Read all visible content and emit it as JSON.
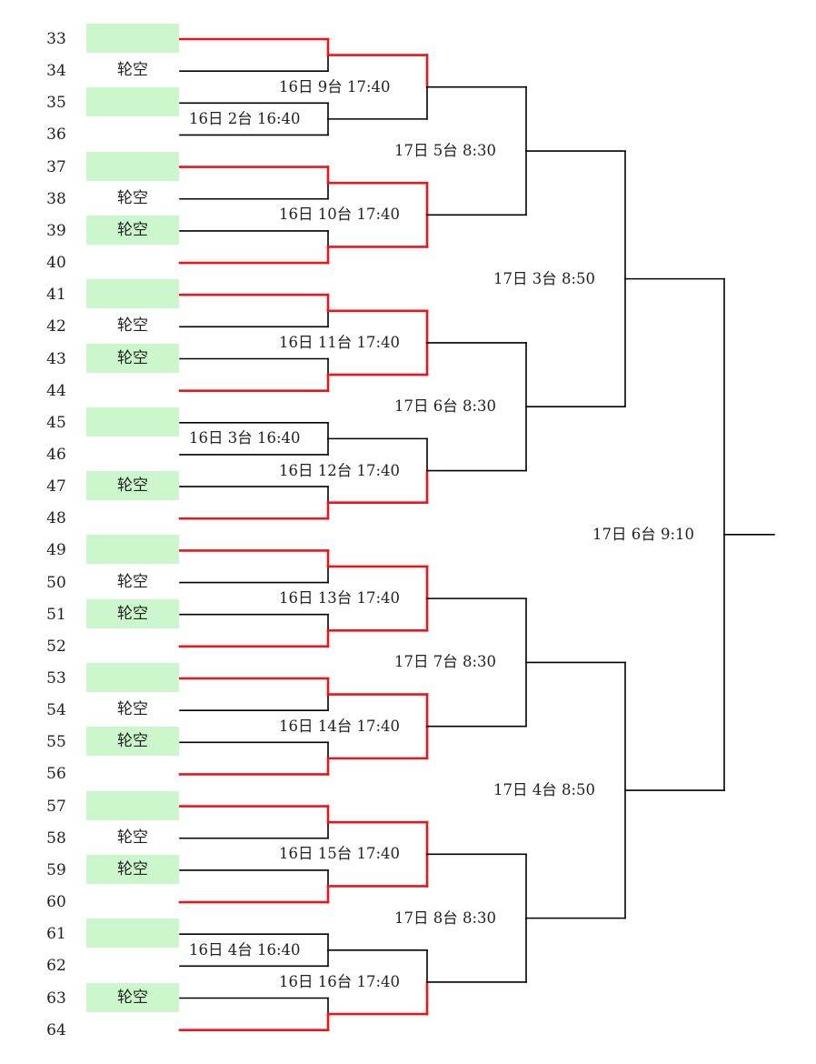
{
  "colors": {
    "winner_line": "#e8171b",
    "line": "#000000",
    "slot_fill": "#ccf6cc"
  },
  "slots": [
    {
      "number": "33",
      "text": "",
      "green": true
    },
    {
      "number": "34",
      "text": "轮空",
      "green": false
    },
    {
      "number": "35",
      "text": "",
      "green": true
    },
    {
      "number": "36",
      "text": "",
      "green": false
    },
    {
      "number": "37",
      "text": "",
      "green": true
    },
    {
      "number": "38",
      "text": "轮空",
      "green": false
    },
    {
      "number": "39",
      "text": "轮空",
      "green": true
    },
    {
      "number": "40",
      "text": "",
      "green": false
    },
    {
      "number": "41",
      "text": "",
      "green": true
    },
    {
      "number": "42",
      "text": "轮空",
      "green": false
    },
    {
      "number": "43",
      "text": "轮空",
      "green": true
    },
    {
      "number": "44",
      "text": "",
      "green": false
    },
    {
      "number": "45",
      "text": "",
      "green": true
    },
    {
      "number": "46",
      "text": "",
      "green": false
    },
    {
      "number": "47",
      "text": "轮空",
      "green": true
    },
    {
      "number": "48",
      "text": "",
      "green": false
    },
    {
      "number": "49",
      "text": "",
      "green": true
    },
    {
      "number": "50",
      "text": "轮空",
      "green": false
    },
    {
      "number": "51",
      "text": "轮空",
      "green": true
    },
    {
      "number": "52",
      "text": "",
      "green": false
    },
    {
      "number": "53",
      "text": "",
      "green": true
    },
    {
      "number": "54",
      "text": "轮空",
      "green": false
    },
    {
      "number": "55",
      "text": "轮空",
      "green": true
    },
    {
      "number": "56",
      "text": "",
      "green": false
    },
    {
      "number": "57",
      "text": "",
      "green": true
    },
    {
      "number": "58",
      "text": "轮空",
      "green": false
    },
    {
      "number": "59",
      "text": "轮空",
      "green": true
    },
    {
      "number": "60",
      "text": "",
      "green": false
    },
    {
      "number": "61",
      "text": "",
      "green": true
    },
    {
      "number": "62",
      "text": "",
      "green": false
    },
    {
      "number": "63",
      "text": "轮空",
      "green": true
    },
    {
      "number": "64",
      "text": "",
      "green": false
    }
  ],
  "rounds": {
    "round1": [
      {
        "label": "",
        "winner": "top"
      },
      {
        "label": "16日 2台 16:40",
        "winner": null
      },
      {
        "label": "",
        "winner": "top"
      },
      {
        "label": "",
        "winner": "bottom"
      },
      {
        "label": "",
        "winner": "top"
      },
      {
        "label": "",
        "winner": "bottom"
      },
      {
        "label": "16日 3台 16:40",
        "winner": null
      },
      {
        "label": "",
        "winner": "bottom"
      },
      {
        "label": "",
        "winner": "top"
      },
      {
        "label": "",
        "winner": "bottom"
      },
      {
        "label": "",
        "winner": "top"
      },
      {
        "label": "",
        "winner": "bottom"
      },
      {
        "label": "",
        "winner": "top"
      },
      {
        "label": "",
        "winner": "bottom"
      },
      {
        "label": "16日 4台 16:40",
        "winner": null
      },
      {
        "label": "",
        "winner": "bottom"
      }
    ],
    "round2": [
      {
        "label": "16日 9台 17:40",
        "winner": "top"
      },
      {
        "label": "16日 10台 17:40",
        "winner": "both"
      },
      {
        "label": "16日 11台 17:40",
        "winner": "both"
      },
      {
        "label": "16日 12台 17:40",
        "winner": "bottom"
      },
      {
        "label": "16日 13台 17:40",
        "winner": "both"
      },
      {
        "label": "16日 14台 17:40",
        "winner": "both"
      },
      {
        "label": "16日 15台 17:40",
        "winner": "both"
      },
      {
        "label": "16日 16台 17:40",
        "winner": "bottom"
      }
    ],
    "round3": [
      {
        "label": "17日 5台 8:30"
      },
      {
        "label": "17日 6台 8:30"
      },
      {
        "label": "17日 7台 8:30"
      },
      {
        "label": "17日 8台 8:30"
      }
    ],
    "round4": [
      {
        "label": "17日 3台 8:50"
      },
      {
        "label": "17日 4台 8:50"
      }
    ],
    "final": {
      "label": "17日 6台 9:10"
    }
  }
}
